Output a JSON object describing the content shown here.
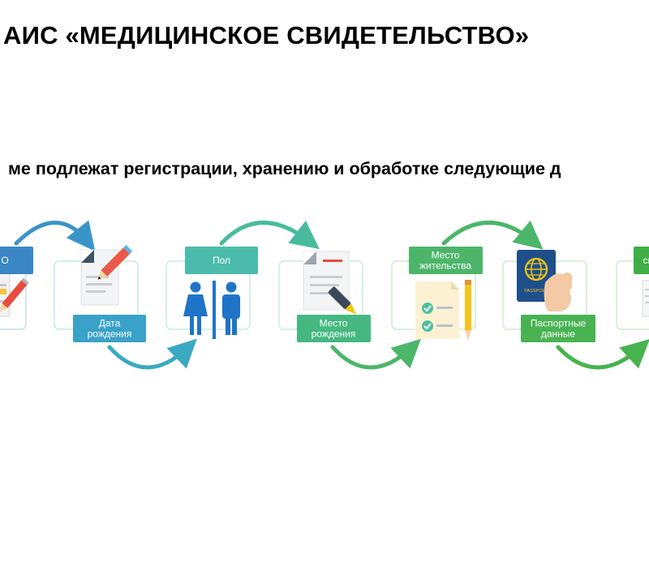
{
  "header": {
    "title": "АИС «МЕДИЦИНСКОЕ СВИДЕТЕЛЬСТВО»",
    "subtitle": "ме подлежат регистрации, хранению и обработке следующие д"
  },
  "steps": [
    {
      "label_lines": [
        "О"
      ],
      "color": "#3b86c4"
    },
    {
      "label_lines": [
        "Дата",
        "рождения"
      ],
      "color": "#3aa1c9"
    },
    {
      "label_lines": [
        "Пол"
      ],
      "color": "#4bbcab"
    },
    {
      "label_lines": [
        "Место",
        "рождения"
      ],
      "color": "#45b881"
    },
    {
      "label_lines": [
        "Место",
        "жительства"
      ],
      "color": "#4cb56a"
    },
    {
      "label_lines": [
        "Паспортные",
        "данные"
      ],
      "color": "#49b352"
    },
    {
      "label_lines": [
        "сме"
      ],
      "color": "#3fae45"
    }
  ],
  "icons": {
    "passport_text": "PASSPORT"
  }
}
